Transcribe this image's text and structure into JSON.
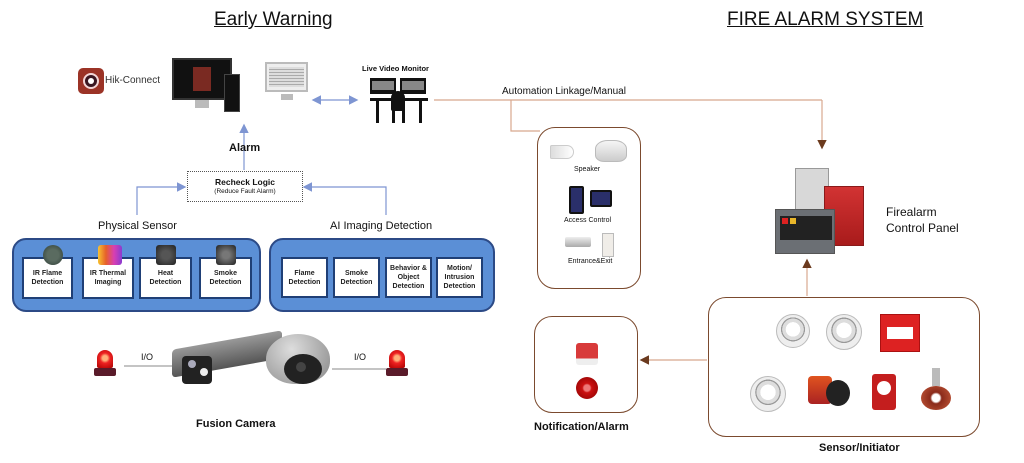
{
  "early_warning": {
    "title": "Early Warning",
    "hik_connect_label": "Hik-Connect",
    "live_video_monitor_label": "Live Video Monitor",
    "alarm_label": "Alarm",
    "recheck": {
      "title": "Recheck Logic",
      "subtitle": "(Reduce Fault Alarm)"
    },
    "physical_sensor": {
      "title": "Physical Sensor",
      "items": [
        "IR Flame Detection",
        "IR Thermal Imaging",
        "Heat Detection",
        "Smoke Detection"
      ]
    },
    "ai_imaging": {
      "title": "AI Imaging Detection",
      "items": [
        "Flame Detection",
        "Smoke Detection",
        "Behavior & Object Detection",
        "Motion/ Intrusion Detection"
      ]
    },
    "io_left": "I/O",
    "io_right": "I/O",
    "camera_label": "Fusion Camera"
  },
  "fire_alarm": {
    "title": "FIRE ALARM SYSTEM",
    "linkage_label": "Automation Linkage/Manual",
    "linkage_devices": {
      "speaker_label": "Speaker",
      "access_label": "Access Control",
      "entrance_label": "Entrance&Exit"
    },
    "panel_label_line1": "Firealarm",
    "panel_label_line2": "Control Panel",
    "notification_label": "Notification/Alarm",
    "sensor_label": "Sensor/Initiator"
  },
  "colors": {
    "blue_group": "#5b8fd6",
    "blue_arrow": "#7e95d2",
    "brown_line": "#7b4a2e",
    "tan_line": "#d8a88e"
  }
}
